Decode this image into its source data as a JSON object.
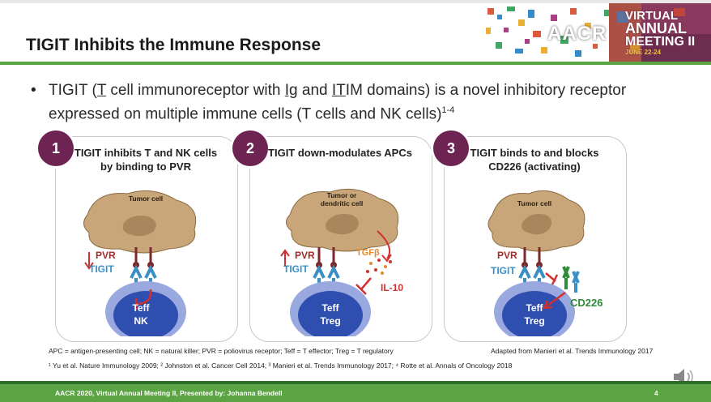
{
  "slide": {
    "title": "TIGIT Inhibits the Immune Response",
    "logo": {
      "org": "AACR",
      "line1": "VIRTUAL",
      "line2": "ANNUAL",
      "line3": "MEETING II",
      "line4": "JUNE 22-24"
    },
    "bullet": {
      "marker": "•",
      "pre": "TIGIT (",
      "t": "T",
      "mid1": " cell immunoreceptor with ",
      "ig": "Ig",
      "mid2": " and ",
      "it": "IT",
      "post": "IM domains) is a novel inhibitory receptor expressed on multiple immune cells (T cells and NK cells)",
      "sup": "1-4"
    },
    "panels": [
      {
        "number": "1",
        "title": "TIGIT inhibits T and NK cells by binding to PVR",
        "tumor": "Tumor cell",
        "pvr": "PVR",
        "tigit": "TIGIT",
        "cell_line1": "Teff",
        "cell_line2": "NK"
      },
      {
        "number": "2",
        "title": "TIGIT down-modulates APCs",
        "tumor": "Tumor or dendritic cell",
        "pvr": "PVR",
        "tigit": "TIGIT",
        "tgf": "TGFβ",
        "il10": "IL-10",
        "cell_line1": "Teff",
        "cell_line2": "Treg"
      },
      {
        "number": "3",
        "title": "TIGIT binds to and blocks CD226 (activating)",
        "tumor": "Tumor cell",
        "pvr": "PVR",
        "tigit": "TIGIT",
        "cd226": "CD226",
        "cell_line1": "Teff",
        "cell_line2": "Treg"
      }
    ],
    "footnotes": {
      "abbrev": "APC = antigen-presenting cell; NK = natural killer; PVR = poliovirus receptor; Teff = T effector; Treg = T regulatory",
      "adapted": "Adapted from Manieri et al. Trends Immunology 2017",
      "refs": "¹ Yu et al. Nature Immunology 2009; ² Johnston et al. Cancer Cell 2014; ³ Manieri et al. Trends Immunology 2017; ⁴ Rotte et al. Annals of Oncology 2018"
    },
    "presenter": "AACR 2020, Virtual Annual Meeting II, Presented by: Johanna Bendell",
    "page": "4",
    "colors": {
      "accent_green": "#5ba443",
      "number_circle": "#6d2452",
      "tumor": "#c9a57a",
      "tcell": "#2f4fb0",
      "pvr": "#a22b2b",
      "tigit": "#3a8fc4"
    }
  }
}
